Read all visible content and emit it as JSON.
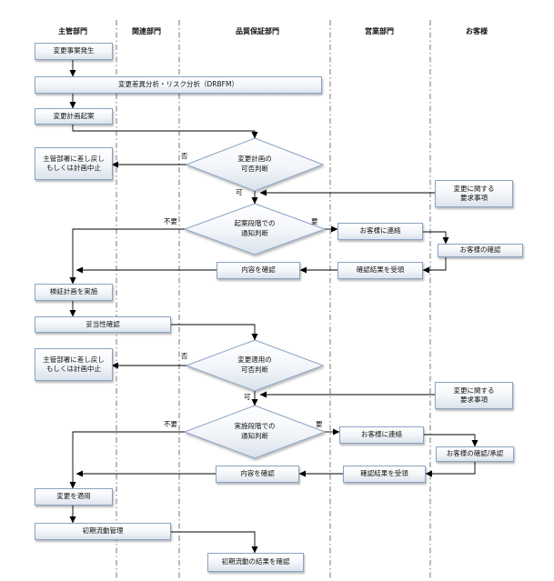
{
  "lanes": [
    "主管部門",
    "関連部門",
    "品質保証部門",
    "営業部門",
    "お客様"
  ],
  "nodes": {
    "change_occurrence": "変更事案発生",
    "drbfm": "変更差異分析・リスク分析（DRBFM）",
    "plan_draft": "変更計画起案",
    "return_1": "主管部署に差し戻し\nもしくは計画中止",
    "decision_plan": "変更計画の\n可否判断",
    "customer_request_1": "変更に関する\n要求事項",
    "notify_decision_plan": "起案段階での\n通知判断",
    "contact_customer_1": "お客様に連絡",
    "customer_check_1": "お客様の確認",
    "confirm_content_1": "内容を確認",
    "receive_result_1": "確認結果を受領",
    "verification_plan": "検証計画を実施",
    "validity_check": "妥当性確認",
    "return_2": "主管部署に差し戻し\nもしくは計画中止",
    "decision_apply": "変更適用の\n可否判断",
    "customer_request_2": "変更に関する\n要求事項",
    "notify_decision_impl": "実施段階での\n通知判断",
    "contact_customer_2": "お客様に連絡",
    "customer_check_2": "お客様の確認/承認",
    "confirm_content_2": "内容を確認",
    "receive_result_2": "確認結果を受領",
    "apply_change": "変更を適用",
    "initial_control": "初期流動管理",
    "confirm_initial": "初期流動の結果を確認"
  },
  "branch_labels": {
    "no_1": "否",
    "yes_1": "可",
    "not_needed_1": "不要",
    "needed_1": "要",
    "no_2": "否",
    "yes_2": "可",
    "not_needed_2": "不要",
    "needed_2": "要"
  },
  "colors": {
    "line": "#000000",
    "box_border": "#8aa4c4",
    "box_fill": "#e6ecf3",
    "lane_line": "#555555"
  }
}
